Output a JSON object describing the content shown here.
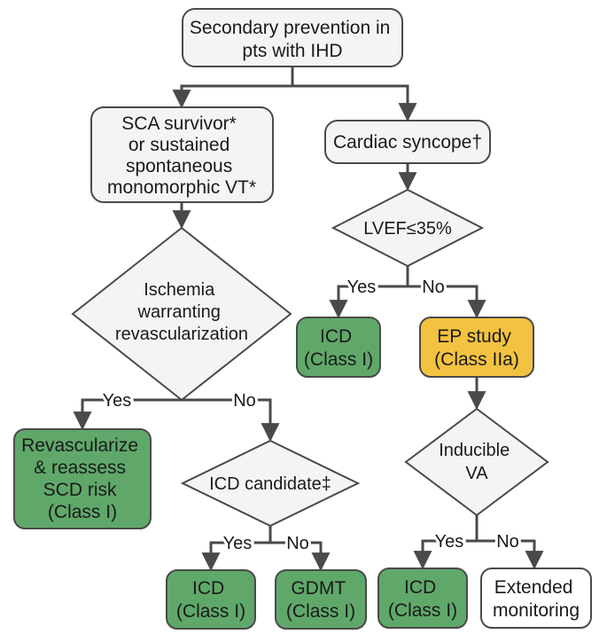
{
  "colors": {
    "box_fill": "#f4f4f4",
    "green_fill": "#5fa86a",
    "yellow_fill": "#f2c240",
    "stroke": "#4a4a4a",
    "white_fill": "#ffffff"
  },
  "nodes": {
    "secondary_prevention": [
      "Secondary prevention in",
      "pts with IHD"
    ],
    "sca_survivor": [
      "SCA survivor*",
      "or sustained",
      "spontaneous",
      "monomorphic VT*"
    ],
    "cardiac_syncope": [
      "Cardiac syncope†"
    ],
    "lvef": [
      "LVEF≤35%"
    ],
    "ischemia": [
      "Ischemia",
      "warranting",
      "revascularization"
    ],
    "icd_class1_a": [
      "ICD",
      "(Class I)"
    ],
    "ep_study": [
      "EP study",
      "(Class IIa)"
    ],
    "revascularize": [
      "Revascularize",
      "& reassess",
      "SCD risk",
      "(Class I)"
    ],
    "icd_candidate": [
      "ICD candidate‡"
    ],
    "inducible_va": [
      "Inducible",
      "VA"
    ],
    "icd_class1_b": [
      "ICD",
      "(Class I)"
    ],
    "gdmt": [
      "GDMT",
      "(Class I)"
    ],
    "icd_class1_c": [
      "ICD",
      "(Class I)"
    ],
    "extended_monitoring": [
      "Extended",
      "monitoring"
    ]
  },
  "edge_labels": {
    "lvef_yes": "Yes",
    "lvef_no": "No",
    "ischemia_yes": "Yes",
    "ischemia_no": "No",
    "candidate_yes": "Yes",
    "candidate_no": "No",
    "va_yes": "Yes",
    "va_no": "No"
  }
}
